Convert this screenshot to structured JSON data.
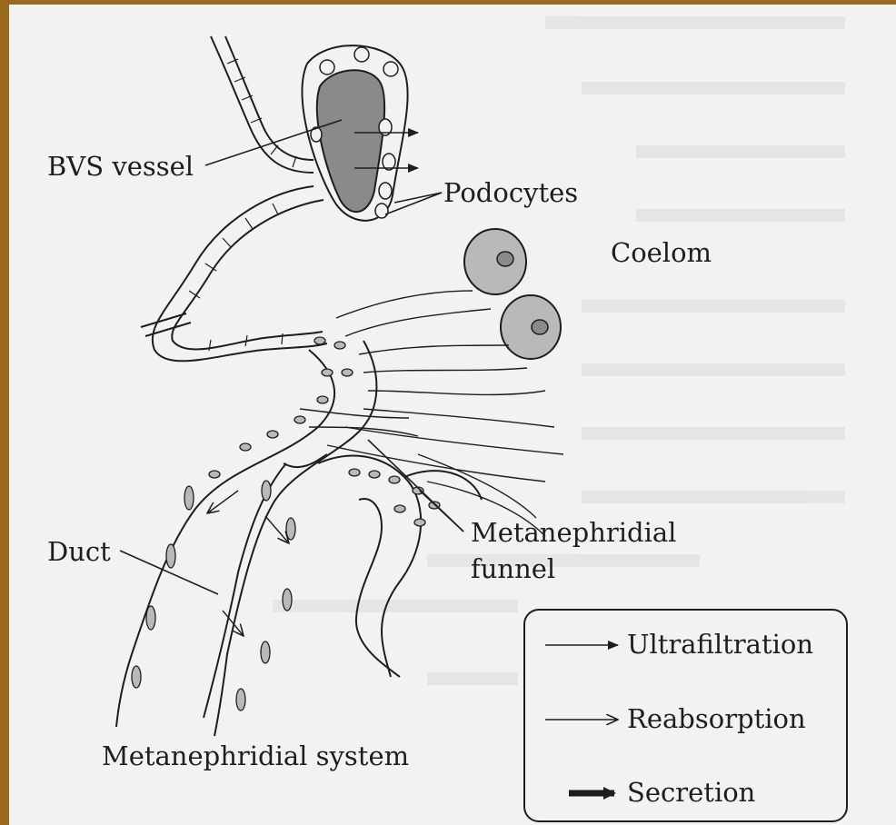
{
  "labels": {
    "bvs_vessel": "BVS vessel",
    "podocytes": "Podocytes",
    "coelom": "Coelom",
    "duct": "Duct",
    "funnel_line1": "Metanephridial",
    "funnel_line2": "funnel",
    "system_caption": "Metanephridial system"
  },
  "legend": {
    "items": [
      {
        "label": "Ultrafiltration",
        "icon": "thin-arrow-icon"
      },
      {
        "label": "Reabsorption",
        "icon": "double-head-arrow-icon"
      },
      {
        "label": "Secretion",
        "icon": "bold-arrow-icon"
      }
    ]
  },
  "colors": {
    "frame": "#9a6a1c",
    "paper": "#f2f2f1",
    "ink": "#1e1e1e",
    "vessel_fill": "#8a8a8a",
    "cell_fill": "#b9b9b9"
  }
}
